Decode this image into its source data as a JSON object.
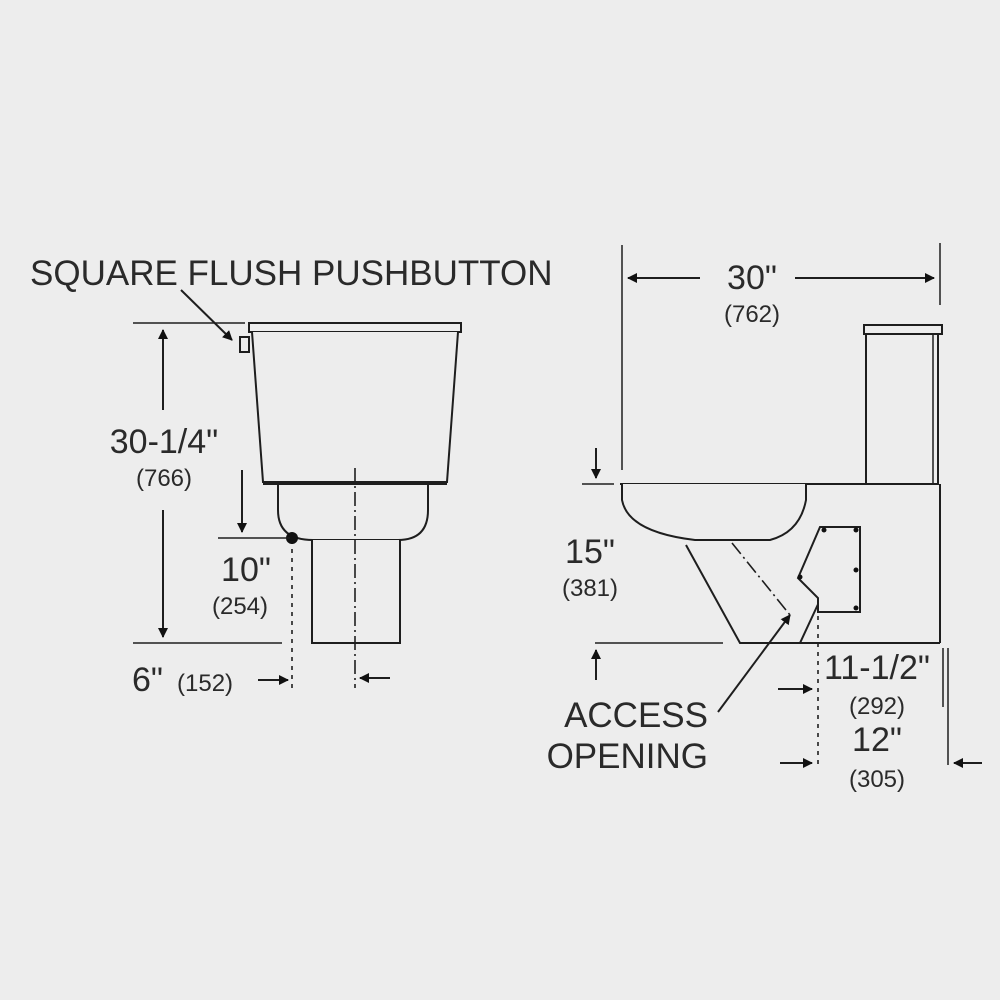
{
  "labels": {
    "pushbutton": "SQUARE FLUSH PUSHBUTTON",
    "access_line1": "ACCESS",
    "access_line2": "OPENING"
  },
  "dimensions": {
    "overall_height": {
      "imperial": "30-1/4\"",
      "metric": "(766)"
    },
    "outlet_height": {
      "imperial": "10\"",
      "metric": "(254)"
    },
    "outlet_offset": {
      "imperial": "6\"",
      "metric": "(152)"
    },
    "overall_depth": {
      "imperial": "30\"",
      "metric": "(762)"
    },
    "bowl_height": {
      "imperial": "15\"",
      "metric": "(381)"
    },
    "rough_in_1": {
      "imperial": "11-1/2\"",
      "metric": "(292)"
    },
    "rough_in_2": {
      "imperial": "12\"",
      "metric": "(305)"
    }
  },
  "colors": {
    "background": "#ededed",
    "line": "#1e1e1e",
    "text": "#2a2a2a"
  }
}
